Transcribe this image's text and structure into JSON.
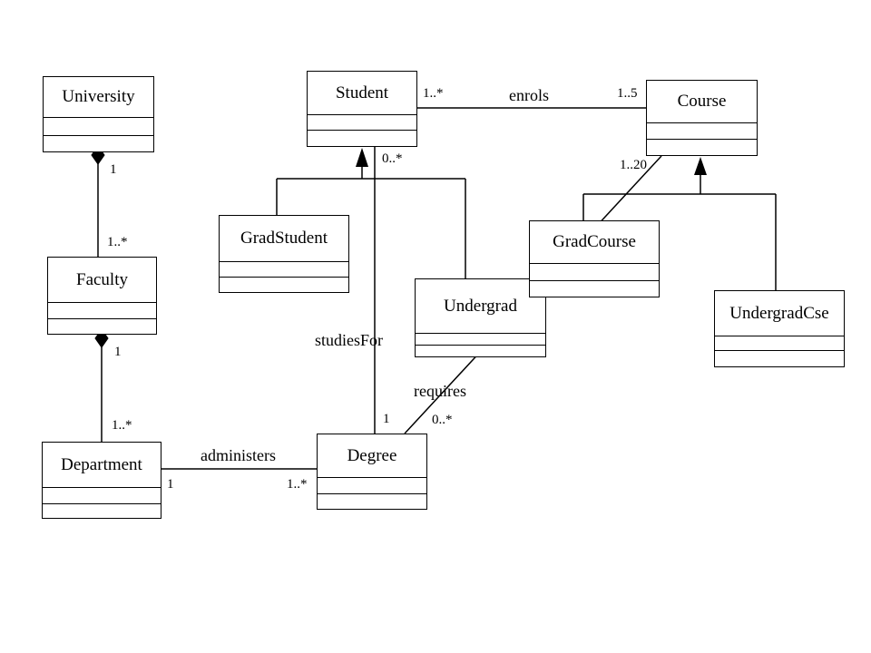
{
  "diagram": {
    "classes": {
      "university": "University",
      "faculty": "Faculty",
      "department": "Department",
      "student": "Student",
      "grad_student": "GradStudent",
      "undergrad": "Undergrad",
      "degree": "Degree",
      "course": "Course",
      "grad_course": "GradCourse",
      "undergrad_cse": "UndergradCse"
    },
    "associations": {
      "enrols": "enrols",
      "studies_for": "studiesFor",
      "requires": "requires",
      "administers": "administers"
    },
    "multiplicities": {
      "university_faculty_1": "1",
      "university_faculty_many": "1..*",
      "faculty_department_1": "1",
      "faculty_department_many": "1..*",
      "student_enrols": "1..*",
      "course_enrols": "1..5",
      "student_studies": "0..*",
      "degree_studies": "1",
      "course_requires": "1..20",
      "degree_requires": "0..*",
      "department_administers": "1",
      "degree_administers": "1..*"
    }
  }
}
